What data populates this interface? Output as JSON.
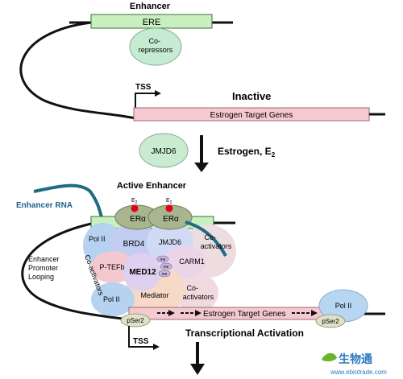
{
  "colors": {
    "ere_box": "#c7efc0",
    "ere_border": "#3f6f3a",
    "gene_box": "#f4c9cf",
    "gene_border": "#9a6a70",
    "corepressor": "#c5ecd2",
    "jmjd6": "#c9ecd0",
    "er_alpha": "#a9b58e",
    "red_dot": "#e3001b",
    "pol2": "#b5d2f0",
    "brd4": "#c3cdf2",
    "jmjd6_active": "#d0daf4",
    "coactivator_top": "#eedde0",
    "ptefb": "#f3c8ce",
    "med12": "#ded0ee",
    "carm1": "#ead5e8",
    "mediator": "#f6d9c6",
    "coactivator_bottom": "#f1d9df",
    "pol2_right": "#b6d6f2",
    "pser2": "#dfe2c8",
    "enhancer_rna": "#1f6b84",
    "enhancer_rna_label": "#1f5f8a",
    "line": "#111111",
    "text": "#111111",
    "watermark_green": "#6ab42d",
    "watermark_blue": "#2b78c2"
  },
  "top": {
    "enhancer_label": "Enhancer",
    "ere_label": "ERE",
    "corepressors_line1": "Co-",
    "corepressors_line2": "repressors",
    "tss_label": "TSS",
    "state_label": "Inactive",
    "gene_label": "Estrogen Target Genes"
  },
  "transition": {
    "jmjd6_label": "JMJD6",
    "stimulus_label": "Estrogen, E",
    "stimulus_subscript": "2"
  },
  "bottom": {
    "active_enhancer_label": "Active Enhancer",
    "enhancer_rna_label": "Enhancer RNA",
    "e2_label": "E",
    "e2_subscript": "2",
    "er_alpha_label": "ERα",
    "pol2_label": "Pol II",
    "brd4_label": "BRD4",
    "jmjd6_label": "JMJD6",
    "coactivators_top_line1": "Co-",
    "coactivators_top_line2": "activators",
    "looping_line1": "Enhancer",
    "looping_line2": "Promoter",
    "looping_line3": "Looping",
    "side_coactivators": "Co-activators",
    "ptefb_label": "P-TEFb",
    "carm1_label": "CARM1",
    "me_label": "me",
    "med12_label": "MED12",
    "mediator_label": "Mediator",
    "coactivators_bottom_line1": "Co-",
    "coactivators_bottom_line2": "activators",
    "gene_label": "Estrogen Target Genes",
    "pser2_label": "pSer2",
    "tss_label": "TSS",
    "activation_label": "Transcriptional Activation",
    "watermark_cn": "生物通",
    "watermark_url": "www.ebiotrade.com"
  }
}
